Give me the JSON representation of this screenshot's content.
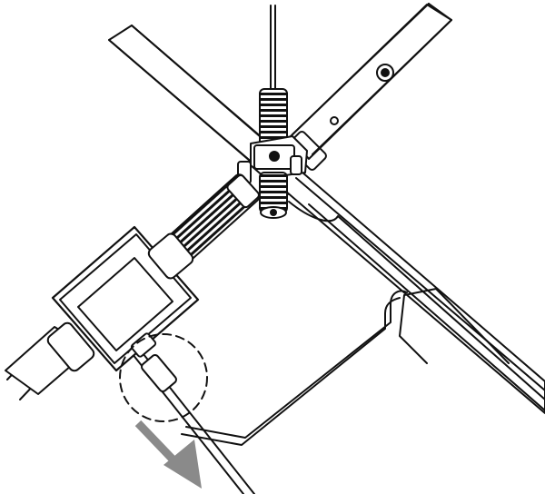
{
  "diagram": {
    "kind": "line-art assembly illustration",
    "colors": {
      "stroke": "#111111",
      "fill": "#ffffff",
      "arrow": "#8a8a8a",
      "callout": "#111111"
    },
    "icons": [
      "cross-bars",
      "center-hub",
      "bellows-joint",
      "sensor-box",
      "cable",
      "tube",
      "down-arrow",
      "callout-circle"
    ]
  }
}
